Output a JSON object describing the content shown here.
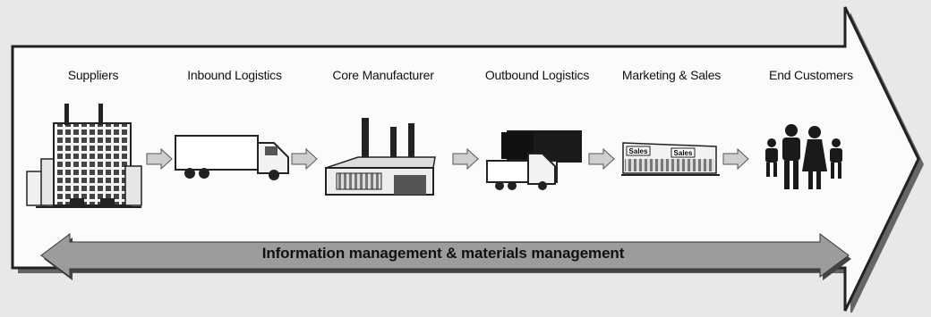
{
  "stages": [
    {
      "label": "Suppliers",
      "icon": "supplier-building-icon"
    },
    {
      "label": "Inbound Logistics",
      "icon": "truck-icon"
    },
    {
      "label": "Core Manufacturer",
      "icon": "factory-icon"
    },
    {
      "label": "Outbound Logistics",
      "icon": "loaded-truck-icon"
    },
    {
      "label": "Marketing & Sales",
      "icon": "sales-store-icon"
    },
    {
      "label": "End Customers",
      "icon": "family-icon"
    }
  ],
  "store_signs": [
    "Sales",
    "Sales"
  ],
  "banner": {
    "label": "Information management & materials management"
  },
  "colors": {
    "background": "#e8e8e8",
    "arrow_fill": "#fbfbfb",
    "arrow_stroke": "#222222",
    "banner_fill": "#9c9c9c",
    "flow_arrow_fill": "#cfcfcf",
    "icon_dark": "#1a1a1a"
  }
}
